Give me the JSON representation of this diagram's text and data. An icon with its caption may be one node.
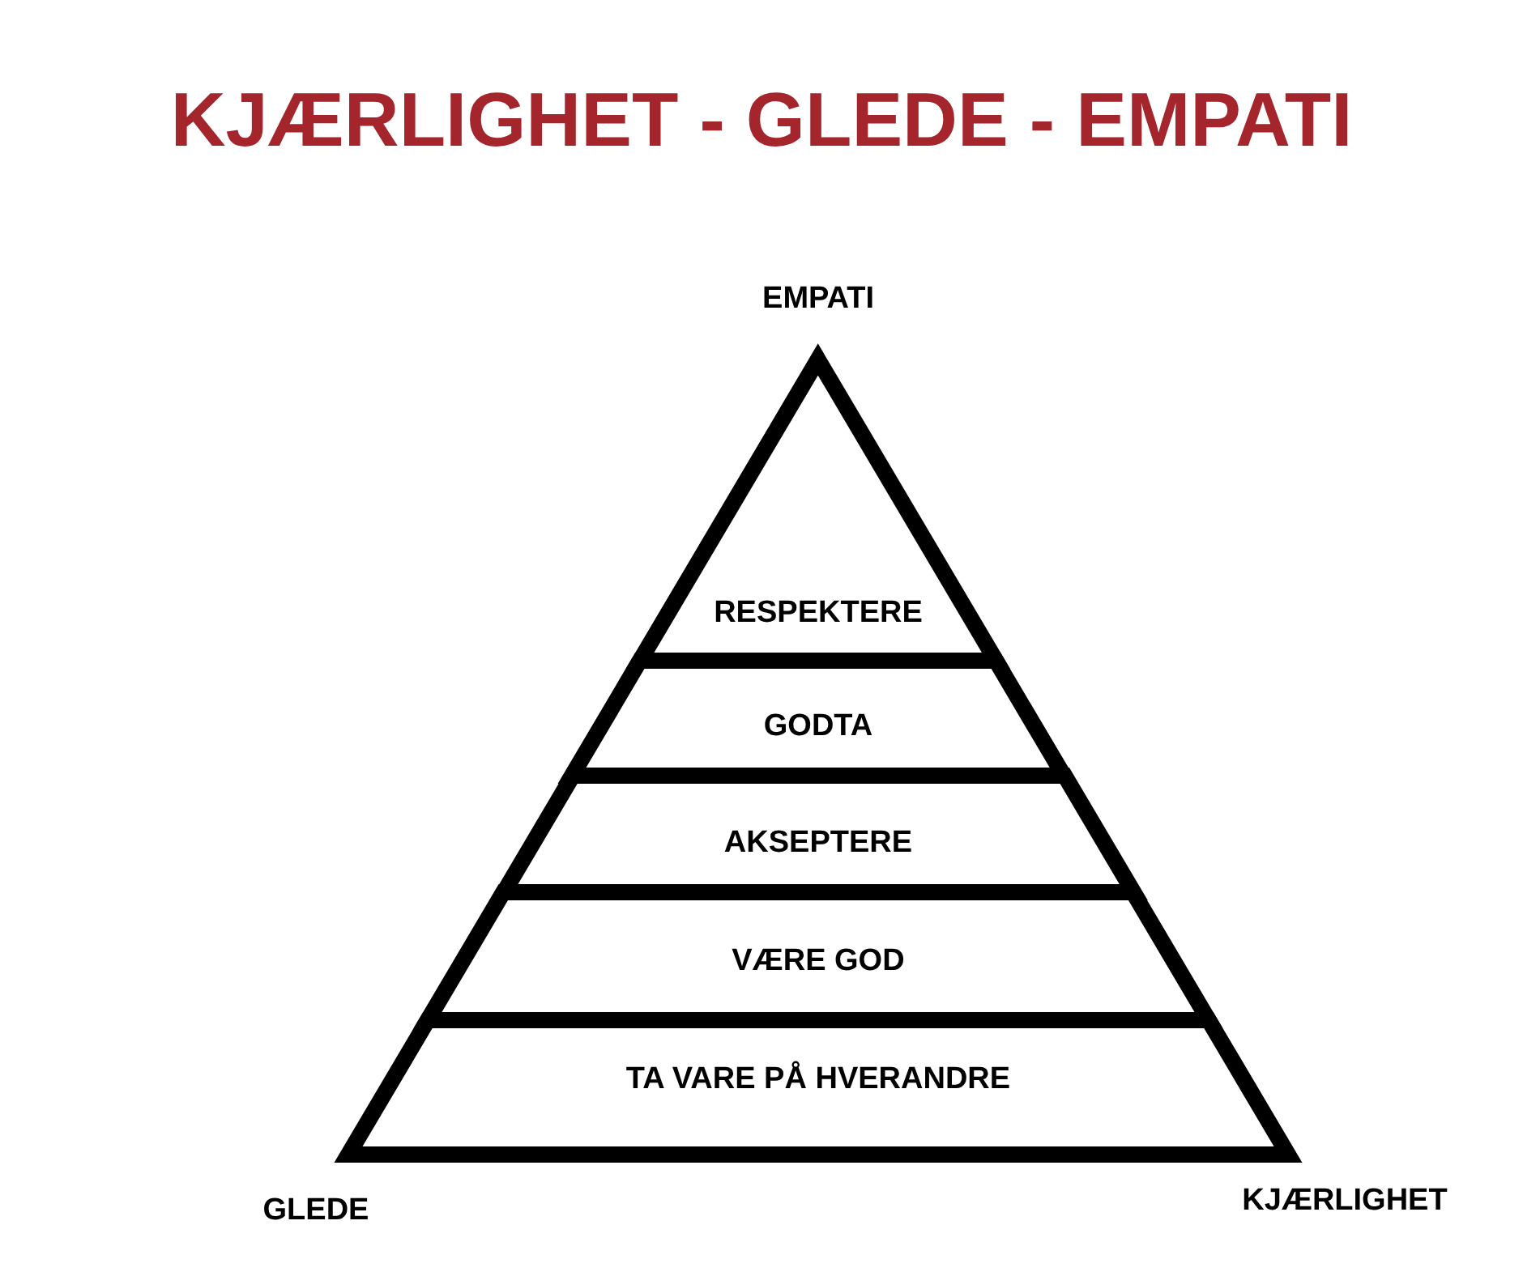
{
  "diagram": {
    "title": "KJÆRLIGHET - GLEDE - EMPATI",
    "nodes": [
      {
        "text": [
          "RESPEKTERE"
        ]
      },
      {
        "text": [
          "GODTA"
        ]
      },
      {
        "text": [
          "AKSEPTERE"
        ]
      },
      {
        "text": [
          "VÆRE GOD"
        ]
      },
      {
        "text": [
          "TA VARE PÅ HVERANDRE"
        ]
      }
    ],
    "labels": [
      "EMPATI",
      "GLEDE",
      "KJÆRLIGHET"
    ]
  }
}
